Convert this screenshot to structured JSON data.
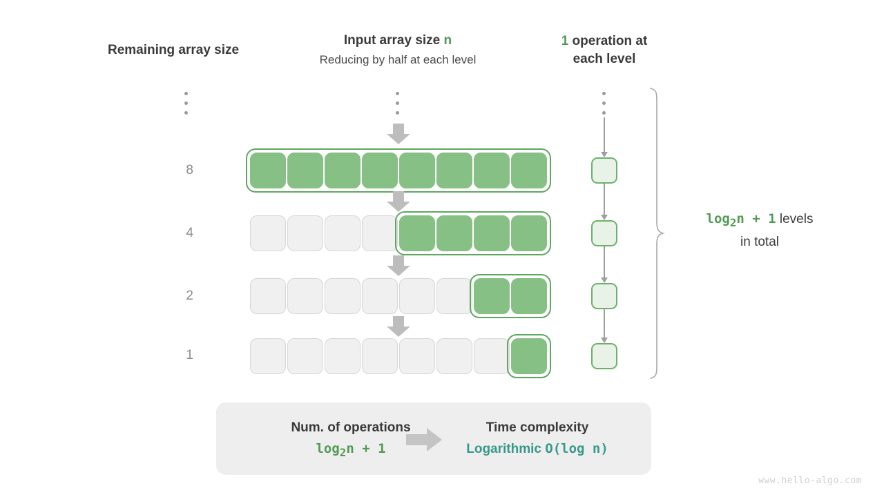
{
  "headings": {
    "left": "Remaining array size",
    "mid_line1_text": "Input array size ",
    "mid_line1_accent": "n",
    "mid_line2": "Reducing by half at each level",
    "right_accent": "1",
    "right_line1_rest": " operation at",
    "right_line2": "each level"
  },
  "rows": [
    {
      "label": "8",
      "cells": [
        "empty",
        "empty",
        "empty",
        "empty",
        "empty",
        "empty",
        "empty",
        "empty"
      ],
      "filled_from": 0,
      "filled_count": 8
    },
    {
      "label": "4",
      "cells": [
        "empty",
        "empty",
        "empty",
        "empty",
        "fill",
        "fill",
        "fill",
        "fill"
      ],
      "filled_from": 4,
      "filled_count": 4
    },
    {
      "label": "2",
      "cells": [
        "empty",
        "empty",
        "empty",
        "empty",
        "empty",
        "empty",
        "fill",
        "fill"
      ],
      "filled_from": 6,
      "filled_count": 2
    },
    {
      "label": "1",
      "cells": [
        "empty",
        "empty",
        "empty",
        "empty",
        "empty",
        "empty",
        "empty",
        "fill"
      ],
      "filled_from": 7,
      "filled_count": 1
    }
  ],
  "operations": {
    "count_per_level": "1",
    "boxes": [
      "",
      "",
      "",
      ""
    ]
  },
  "brace": {
    "formula": "log",
    "formula_sub": "2",
    "formula_rest": "n + 1",
    "label_line1": " levels",
    "label_line2": "in total"
  },
  "summary": {
    "left_title": "Num. of operations",
    "left_value_main": "log",
    "left_value_sub": "2",
    "left_value_rest": "n + 1",
    "arrow": "arrow-right",
    "right_title": "Time complexity",
    "right_value_name": "Logarithmic",
    "right_value_big_o": "O(log n)"
  },
  "watermark": "www.hello-algo.com",
  "colors": {
    "green_fill": "#86c085",
    "green_border": "#5da85e",
    "green_text": "#4e9a51",
    "teal_text": "#36988a",
    "empty_fill": "#f0f0f0",
    "empty_border": "#d6d6d6",
    "gray_arrow": "#bdbdbd",
    "panel_bg": "#eeeeee"
  }
}
